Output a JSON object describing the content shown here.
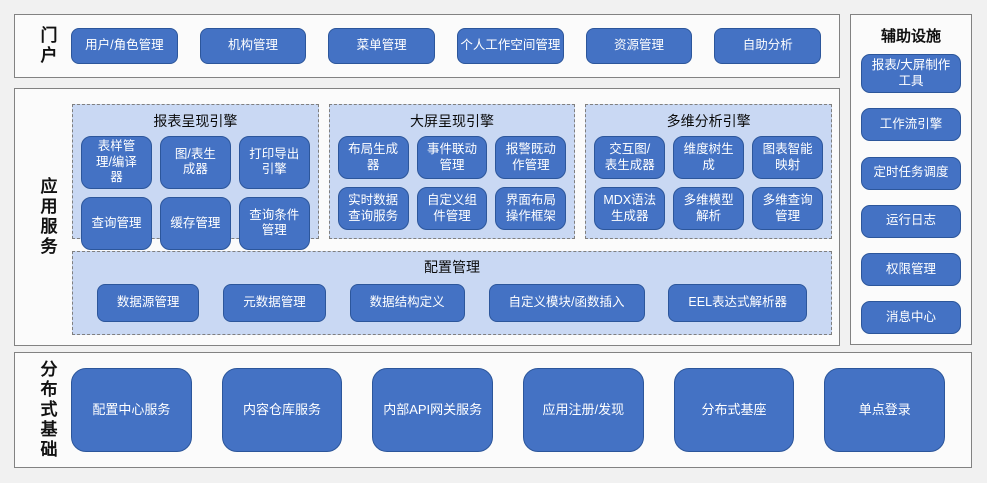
{
  "portal": {
    "label": "门户",
    "buttons": [
      "用户/角色管理",
      "机构管理",
      "菜单管理",
      "个人工作空间管理",
      "资源管理",
      "自助分析"
    ]
  },
  "aux": {
    "title": "辅助设施",
    "buttons": [
      "报表/大屏制作工具",
      "工作流引擎",
      "定时任务调度",
      "运行日志",
      "权限管理",
      "消息中心"
    ]
  },
  "app": {
    "label": "应用服务",
    "engines": [
      {
        "title": "报表呈现引擎",
        "buttons": [
          "表样管理/编译器",
          "图/表生成器",
          "打印导出引擎",
          "查询管理",
          "缓存管理",
          "查询条件管理"
        ]
      },
      {
        "title": "大屏呈现引擎",
        "buttons": [
          "布局生成器",
          "事件联动管理",
          "报警既动作管理",
          "实时数据查询服务",
          "自定义组件管理",
          "界面布局操作框架"
        ]
      },
      {
        "title": "多维分析引擎",
        "buttons": [
          "交互图/表生成器",
          "维度树生成",
          "图表智能映射",
          "MDX语法生成器",
          "多维模型解析",
          "多维查询管理"
        ]
      }
    ],
    "config": {
      "title": "配置管理",
      "buttons": [
        "数据源管理",
        "元数据管理",
        "数据结构定义",
        "自定义模块/函数插入",
        "EEL表达式解析器"
      ]
    }
  },
  "base": {
    "label": "分布式基础",
    "buttons": [
      "配置中心服务",
      "内容仓库服务",
      "内部API网关服务",
      "应用注册/发现",
      "分布式基座",
      "单点登录"
    ]
  },
  "colors": {
    "page_bg": "#F1F1F1",
    "section_fill": "#FBFBFB",
    "section_border": "#828282",
    "button_fill": "#4472C4",
    "button_border": "#2C569B",
    "button_text": "#FFFFFF",
    "panel_fill": "#C9D8F3",
    "panel_border": "#7F7F7F"
  }
}
